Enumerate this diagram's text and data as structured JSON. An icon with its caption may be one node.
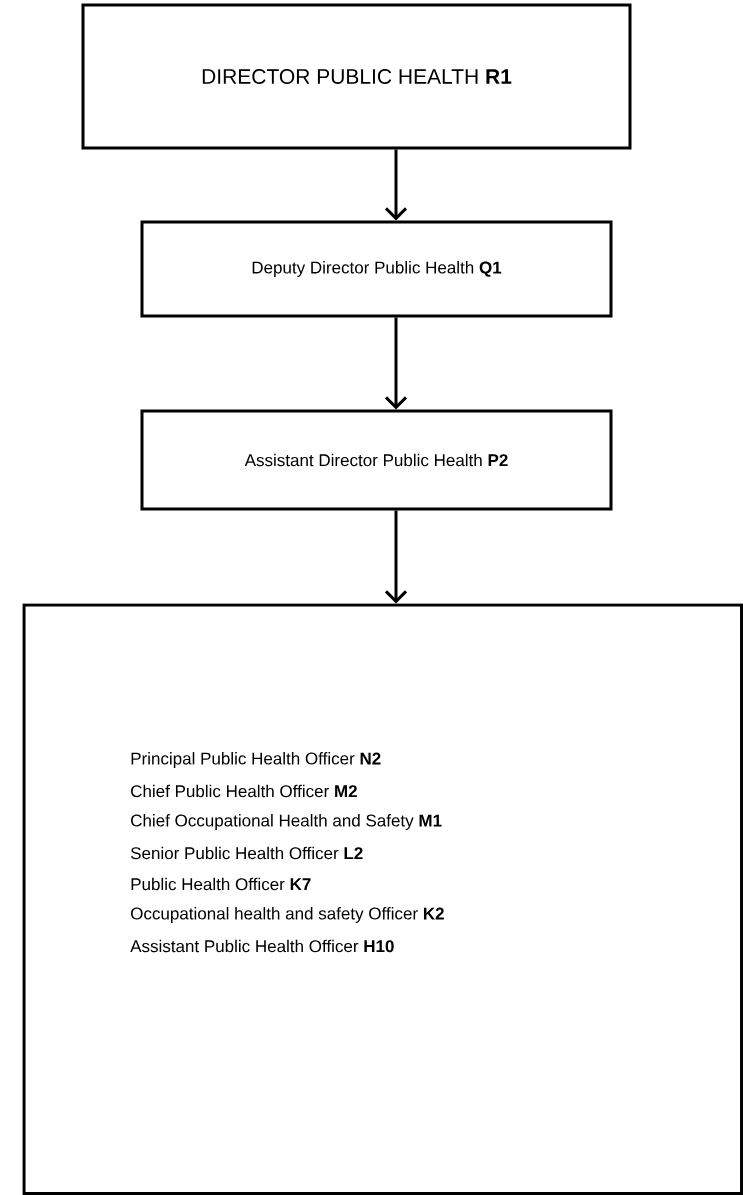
{
  "diagram": {
    "nodes": [
      {
        "text": [
          "DIRECTOR PUBLIC HEALTH **R1**"
        ]
      },
      {
        "text": [
          "Deputy Director Public Health **Q1**"
        ]
      },
      {
        "text": [
          "Assistant Director Public Health **P2**"
        ]
      },
      {
        "text": [
          "Principal Public Health Officer **N2**",
          "Chief Public Health Officer **M2**",
          "Chief Occupational Health and Safety **M1**",
          "Senior Public Health Officer **L2**",
          "Public Health Officer **K7**",
          "Occupational health and safety Officer **K2**",
          "Assistant Public Health Officer **H10**"
        ]
      }
    ],
    "edges": [
      {
        "from": 0,
        "to": 1,
        "arrow": "to"
      },
      {
        "from": 1,
        "to": 2,
        "arrow": "to"
      },
      {
        "from": 2,
        "to": 3,
        "arrow": "to"
      }
    ]
  }
}
